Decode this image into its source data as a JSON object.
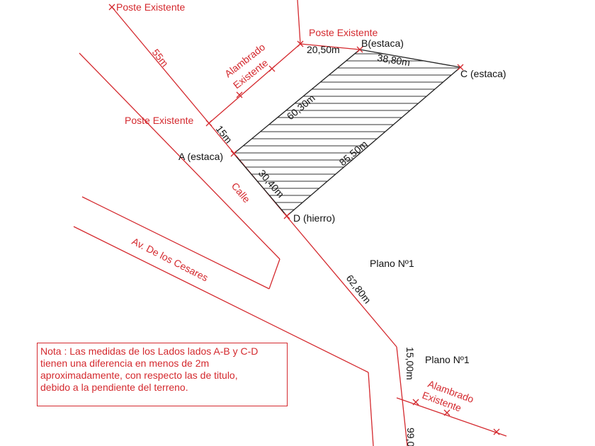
{
  "labels": {
    "poste_top": "Poste Existente",
    "poste_mid": "Poste Existente",
    "poste_left": "Poste Existente",
    "dist_55": "55m",
    "alambrado_top_1": "Alambrado",
    "alambrado_top_2": "Existente",
    "dist_1": "20,50m",
    "point_b": "B(estaca)",
    "dist_2": "38,80m",
    "point_c": "C (estaca)",
    "dist_3": "60,30m",
    "dist_15": "15m",
    "point_a": "A (estaca)",
    "dist_4": "85,50m",
    "dist_5": "30,40m",
    "street_calle": "Calle",
    "point_d": "D (hierro)",
    "avenue": "Av. De los Cesares",
    "plano_1": "Plano Nº1",
    "dist_6": "62,80m",
    "dist_7": "15,00m",
    "plano_2": "Plano Nº1",
    "alambrado_bot_1": "Alambrado",
    "alambrado_bot_2": "Existente",
    "dist_partial": "99,0"
  },
  "note": {
    "line1": "Nota : Las medidas de los Lados lados A-B y C-D",
    "line2": "tienen una diferencia en menos de 2m",
    "line3": "aproximadamente, con respecto las  de  titulo,",
    "line4": "debido a la pendiente del terreno."
  },
  "colors": {
    "annotation": "#d4292e",
    "survey": "#222222",
    "background": "#ffffff"
  }
}
